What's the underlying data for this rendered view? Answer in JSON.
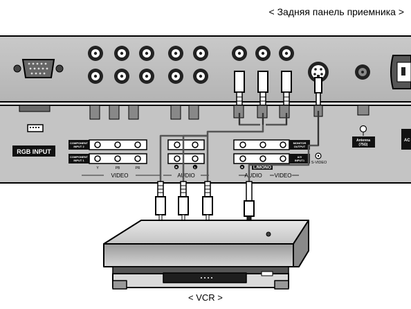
{
  "header": {
    "caption": "< Задняя панель приемника >"
  },
  "footer": {
    "caption": "< VCR >"
  },
  "labels": {
    "rgb_input": "RGB INPUT",
    "component_input_2": [
      "COMPONENT",
      "INPUT 2"
    ],
    "component_input_1": [
      "COMPONENT",
      "INPUT 1"
    ],
    "y": "Y",
    "pb": "PB",
    "pr": "PR",
    "video": "VIDEO",
    "audio": "AUDIO",
    "audio2": "AUDIO",
    "video2": "VIDEO",
    "monitor_output": [
      "MONITOR",
      "OUTPUT"
    ],
    "av_input1": [
      "A/V",
      "INPUT1"
    ],
    "r": "R",
    "l": "L",
    "r2": "R",
    "l_mono": "L/MONO",
    "s_video": "S-VIDEO",
    "antenna": [
      "Antenna",
      "(75Ω)"
    ],
    "ac_edge": "AC"
  }
}
